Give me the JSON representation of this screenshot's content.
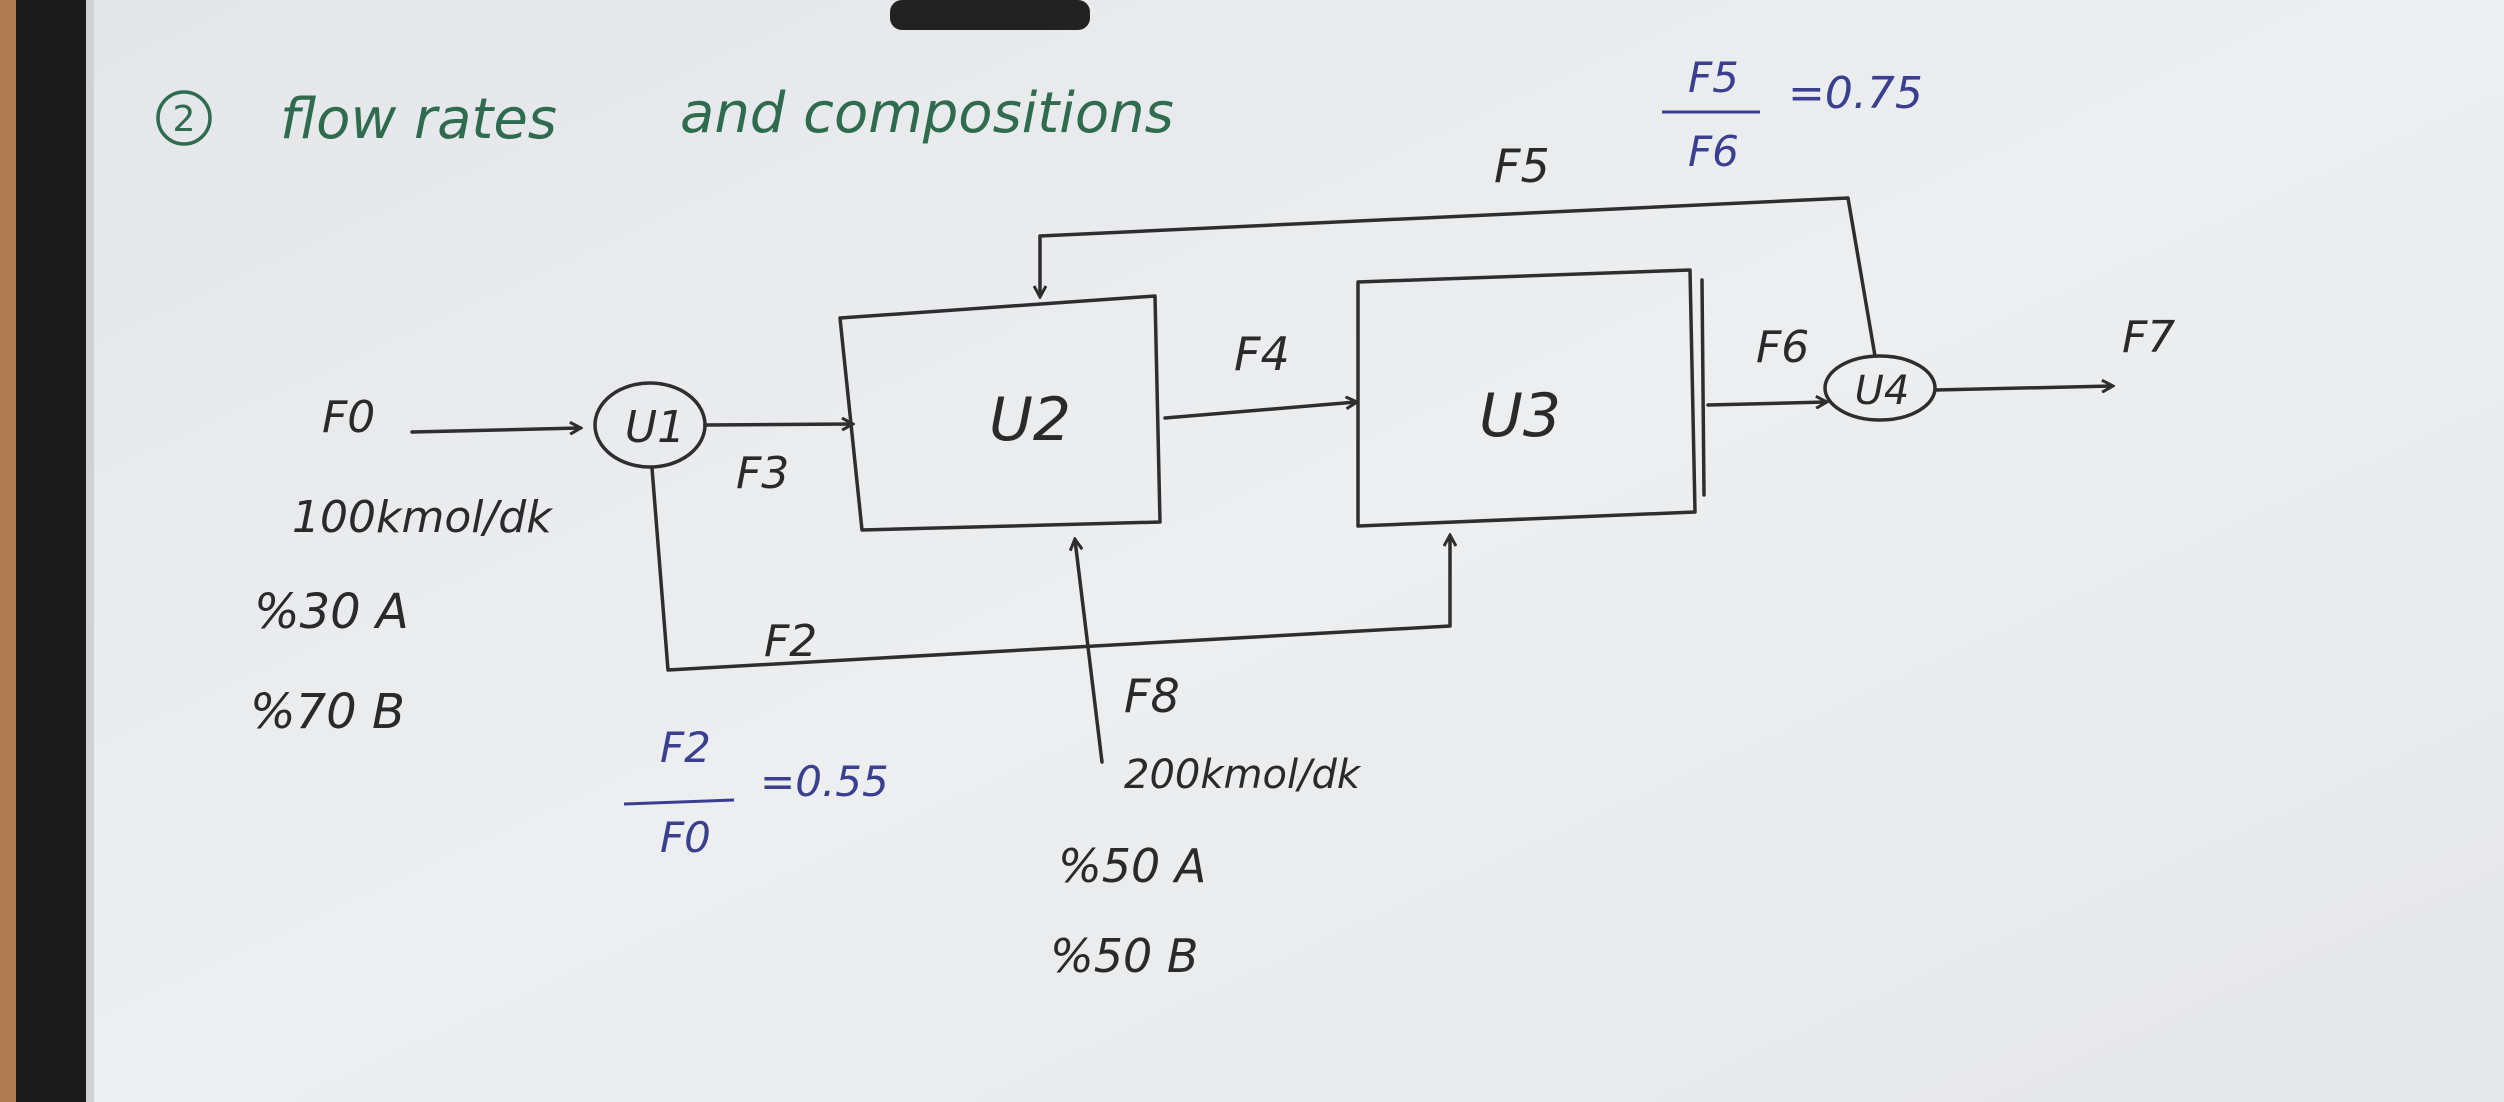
{
  "heading": {
    "number": "2",
    "title": "flow rates",
    "subtitle": "and compositions"
  },
  "ratios": {
    "top": {
      "numerator": "F5",
      "denominator": "F6",
      "value": "=0.75"
    },
    "bottom": {
      "numerator": "F2",
      "denominator": "F0",
      "value": "=0.55"
    }
  },
  "units": {
    "u1": "U1",
    "u2": "U2",
    "u3": "U3",
    "u4": "U4"
  },
  "streams": {
    "f0": "F0",
    "f2": "F2",
    "f3": "F3",
    "f4": "F4",
    "f5": "F5",
    "f6": "F6",
    "f7": "F7",
    "f8": "F8"
  },
  "feed_f0": {
    "rate": "100kmol/dk",
    "comp_a": "%30 A",
    "comp_b": "%70 B"
  },
  "feed_f8": {
    "rate": "200kmol/dk",
    "comp_a": "%50 A",
    "comp_b": "%50 B"
  },
  "colors": {
    "paper": "#e9eaec",
    "ink": "#2a2a2a",
    "green_ink": "#2f6b4e",
    "blue_ink": "#3a3f8f"
  }
}
